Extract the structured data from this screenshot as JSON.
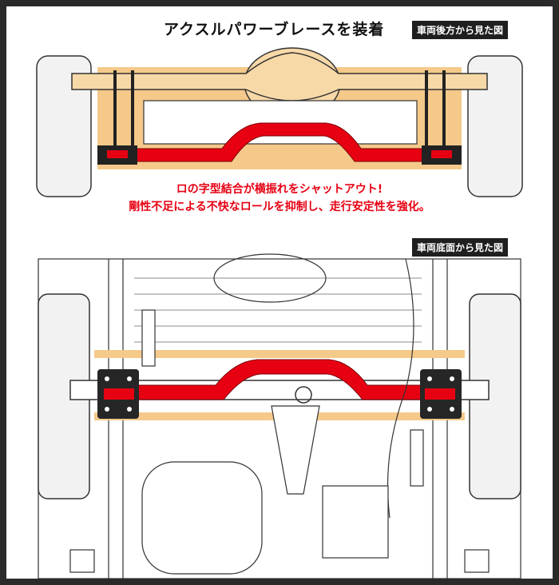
{
  "title": "アクスルパワーブレースを装着",
  "rear_view_tag": "車両後方から見た図",
  "caption_line1": "ロの字型結合が横振れをシャットアウト!",
  "caption_line2": "剛性不足による不快なロールを抑制し、走行安定性を強化。",
  "bottom_view_tag": "車両底面から見た図",
  "colors": {
    "brace_red": "#e60012",
    "frame_highlight": "#f5c98a",
    "outline": "#333333",
    "tag_bg": "#1f1f1f"
  }
}
